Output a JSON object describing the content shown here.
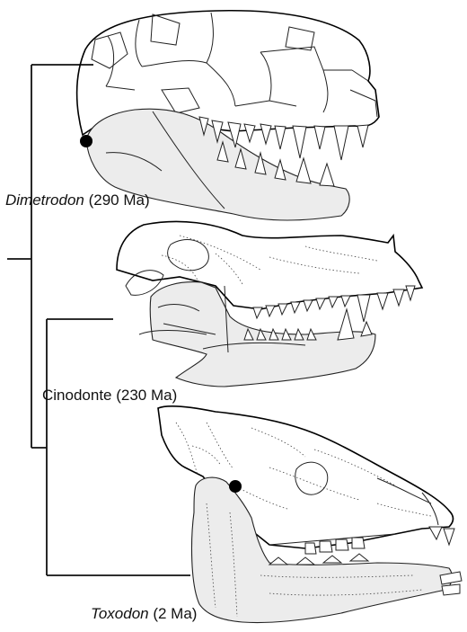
{
  "labels": {
    "dimetrodon": {
      "taxon": "Dimetrodon",
      "age": " (290 Ma)"
    },
    "cinodonte": {
      "taxon": "Cinodonte",
      "age": " (230 Ma)"
    },
    "toxodon": {
      "taxon": "Toxodon",
      "age": " (2 Ma)"
    }
  },
  "colors": {
    "jaw_fill": "#ececec",
    "line": "#000000",
    "marker": "#000000"
  }
}
